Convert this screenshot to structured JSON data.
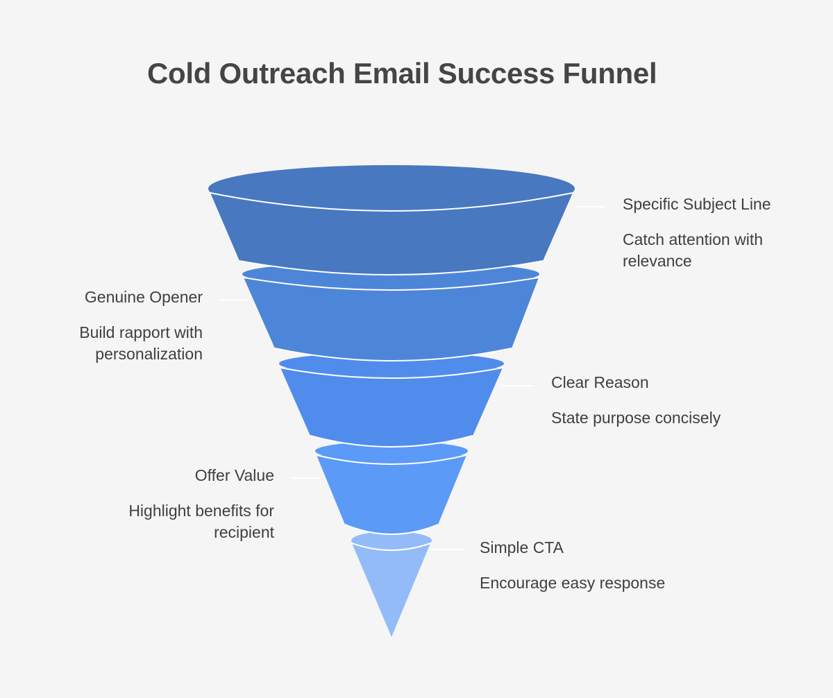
{
  "title": "Cold Outreach Email Success Funnel",
  "colors": {
    "background": "#f6f5f6",
    "title_text": "#454545",
    "label_text": "#3f3f3f",
    "connector": "#ffffff",
    "separator": "#ffffff"
  },
  "stages": [
    {
      "heading": "Specific Subject Line",
      "desc_line1": "Catch attention with",
      "desc_line2": "relevance",
      "side": "right",
      "color": "#4878c0"
    },
    {
      "heading": "Genuine Opener",
      "desc_line1": "Build rapport with",
      "desc_line2": "personalization",
      "side": "left",
      "color": "#4d86d8"
    },
    {
      "heading": "Clear Reason",
      "desc_line1": "State purpose concisely",
      "desc_line2": "",
      "side": "right",
      "color": "#508cec"
    },
    {
      "heading": "Offer Value",
      "desc_line1": "Highlight benefits for",
      "desc_line2": "recipient",
      "side": "left",
      "color": "#5b9af7"
    },
    {
      "heading": "Simple CTA",
      "desc_line1": "Encourage easy response",
      "desc_line2": "",
      "side": "right",
      "color": "#93bbf8"
    }
  ]
}
